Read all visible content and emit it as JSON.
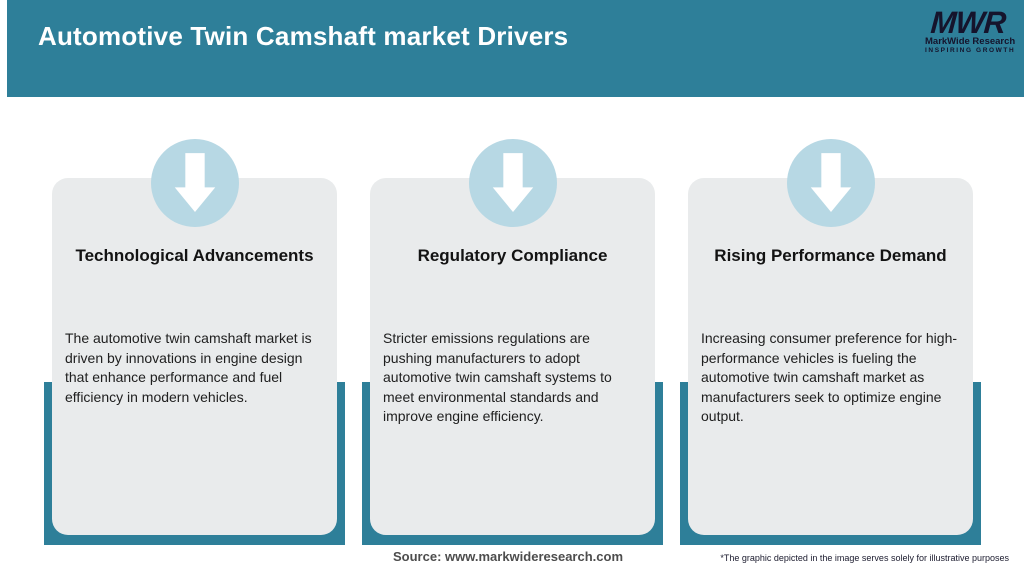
{
  "header": {
    "title": "Automotive Twin Camshaft market Drivers",
    "logo": {
      "acronym": "MWR",
      "name": "MarkWide Research",
      "tagline": "INSPIRING GROWTH"
    }
  },
  "cards": [
    {
      "icon": "arrow-down-icon",
      "title": "Technological Advancements",
      "body_lines": [
        "The automotive twin camshaft market is",
        "driven by innovations in engine design",
        "that enhance performance and fuel",
        "efficiency in modern vehicles."
      ]
    },
    {
      "icon": "arrow-down-icon",
      "title": "Regulatory Compliance",
      "body_lines": [
        "Stricter emissions regulations are",
        "pushing manufacturers to adopt",
        "automotive twin camshaft systems to",
        "meet environmental standards and",
        "improve engine efficiency."
      ]
    },
    {
      "icon": "arrow-down-icon",
      "title": "Rising Performance Demand",
      "body_lines": [
        "Increasing consumer preference for high-",
        "performance vehicles is fueling the",
        "automotive twin camshaft market as",
        "manufacturers seek to optimize engine",
        "output."
      ]
    }
  ],
  "footer": {
    "source": "Source: www.markwideresearch.com",
    "disclaimer": "*The graphic depicted in the image serves solely for illustrative purposes"
  },
  "colors": {
    "teal": "#2e7f99",
    "circle_blue": "#b7d8e4",
    "card_gray": "#e9ebec",
    "logo_navy": "#15142c",
    "source_gray": "#4d4d4d"
  }
}
